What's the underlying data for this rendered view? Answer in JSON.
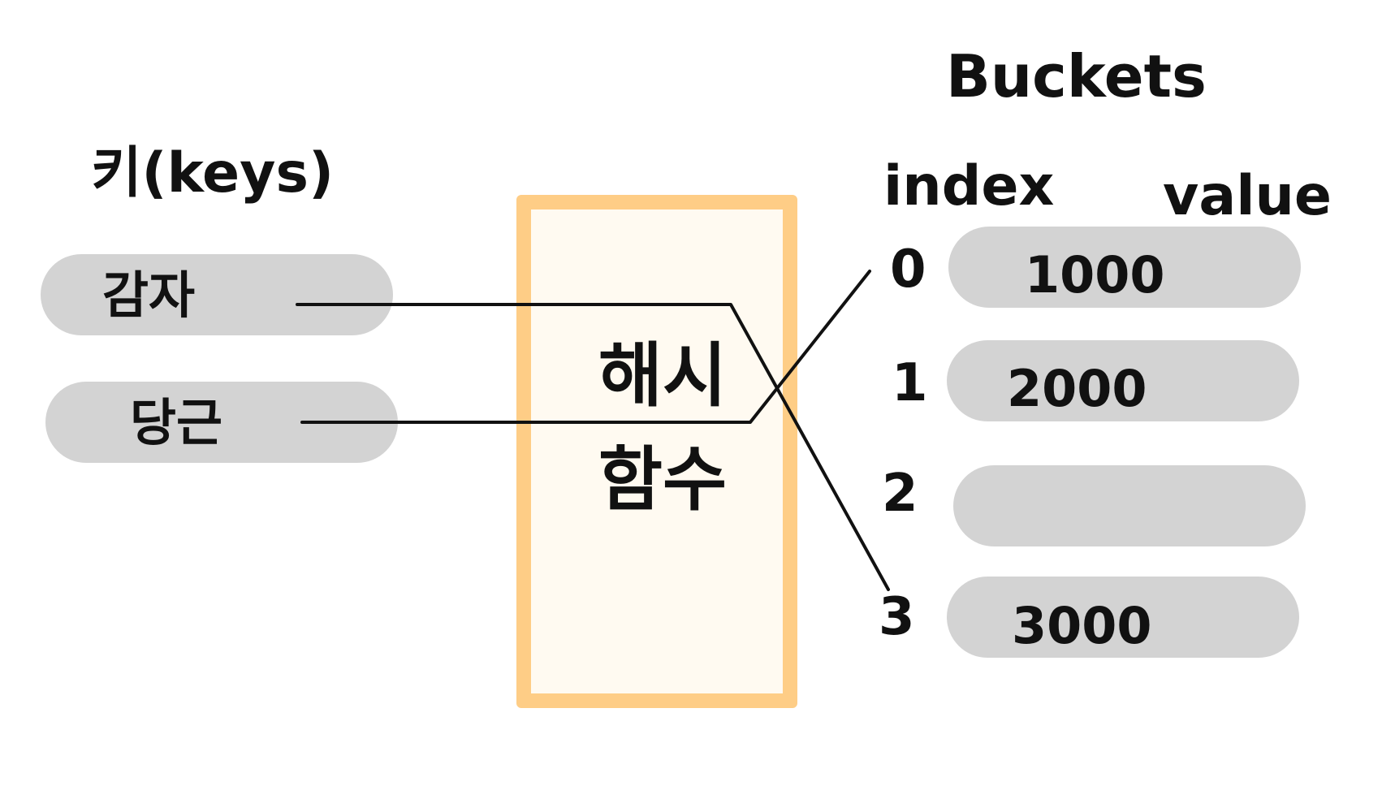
{
  "keys": {
    "heading": "키(keys)",
    "items": [
      "감자",
      "당근"
    ]
  },
  "hash_function": {
    "line1": "해시",
    "line2": "함수"
  },
  "buckets": {
    "title": "Buckets",
    "index_header": "index",
    "value_header": "value",
    "rows": [
      {
        "index": "0",
        "value": "1000"
      },
      {
        "index": "1",
        "value": "2000"
      },
      {
        "index": "2",
        "value": ""
      },
      {
        "index": "3",
        "value": "3000"
      }
    ]
  },
  "colors": {
    "pill": "#d3d3d3",
    "hash_border": "#fecd86",
    "hash_fill": "#fffaf1",
    "line": "#111111"
  }
}
